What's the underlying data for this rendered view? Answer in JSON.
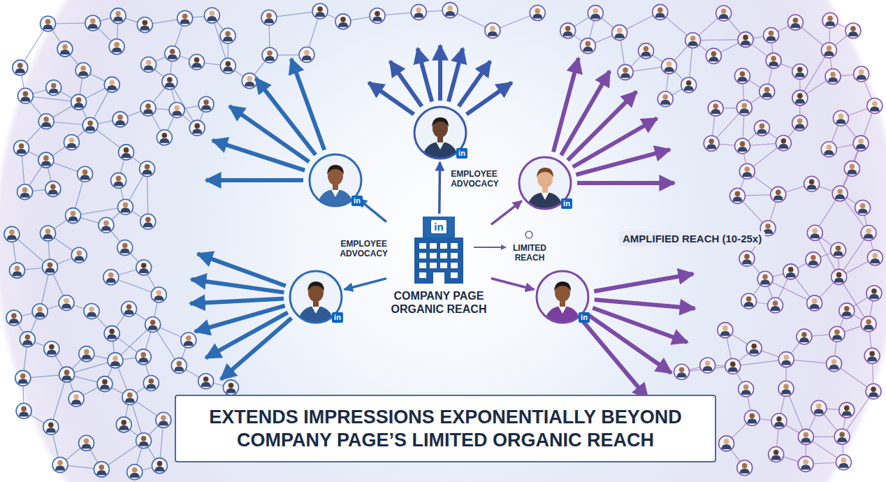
{
  "diagram": {
    "caption": "EXTENDS IMPRESSIONS EXPONENTIALLY BEYOND COMPANY PAGE’S LIMITED ORGANIC REACH",
    "nodes": [
      {
        "text": [
          "in",
          "COMPANY PAGE ORGANIC REACH"
        ]
      },
      {
        "text": [
          "in"
        ]
      },
      {
        "text": [
          "in"
        ]
      },
      {
        "text": [
          "in"
        ]
      },
      {
        "text": [
          "in"
        ]
      },
      {
        "text": [
          "in"
        ]
      }
    ],
    "edges": [
      {
        "from": 0,
        "to": 1,
        "arrow": "to",
        "label": "EMPLOYEE ADVOCACY"
      },
      {
        "from": 0,
        "to": 2,
        "arrow": "to",
        "label": "EMPLOYEE ADVOCACY"
      },
      {
        "from": 0,
        "to": 3,
        "arrow": "to"
      },
      {
        "from": 0,
        "to": 4,
        "arrow": "to"
      },
      {
        "from": 0,
        "to": 5,
        "arrow": "to"
      }
    ],
    "labels": [
      "LIMITED REACH",
      "AMPLIFIED REACH (10-25x)"
    ]
  }
}
